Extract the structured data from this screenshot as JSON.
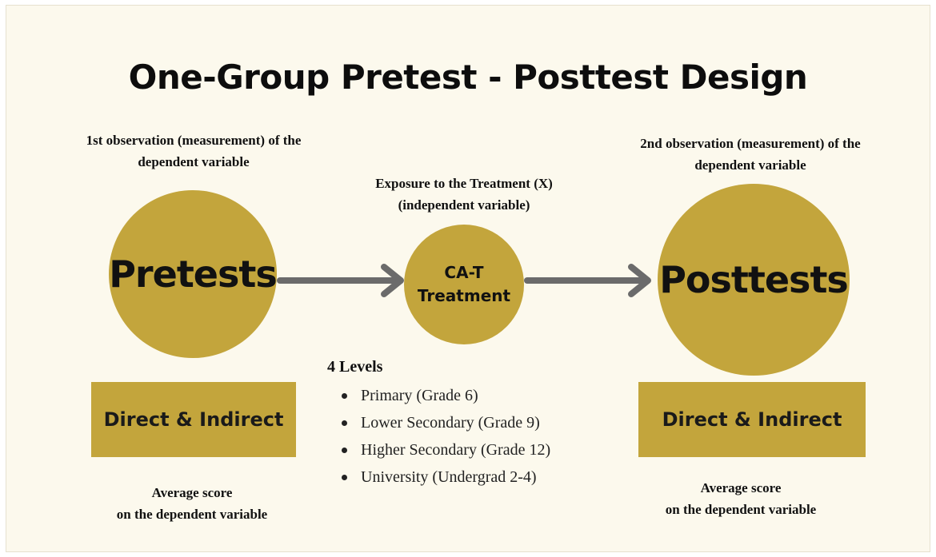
{
  "title": "One-Group Pretest - Posttest Design",
  "left": {
    "caption_line1": "1st observation (measurement) of the",
    "caption_line2": "dependent variable",
    "circle_label": "Pretests",
    "box_label": "Direct & Indirect",
    "footer_line1": "Average score",
    "footer_line2": "on the dependent variable"
  },
  "middle": {
    "caption_line1": "Exposure to the Treatment (X)",
    "caption_line2": "(independent variable)",
    "circle_line1": "CA-T",
    "circle_line2": "Treatment",
    "levels_heading": "4 Levels",
    "levels": [
      "Primary (Grade 6)",
      "Lower Secondary (Grade 9)",
      "Higher Secondary (Grade 12)",
      "University (Undergrad 2-4)"
    ]
  },
  "right": {
    "caption_line1": "2nd observation (measurement) of the",
    "caption_line2": "dependent variable",
    "circle_label": "Posttests",
    "box_label": "Direct & Indirect",
    "footer_line1": "Average score",
    "footer_line2": "on the dependent variable"
  },
  "colors": {
    "background": "#fcf9ed",
    "gold": "#c3a53c",
    "arrow": "#6b6b6b",
    "text": "#111111"
  }
}
